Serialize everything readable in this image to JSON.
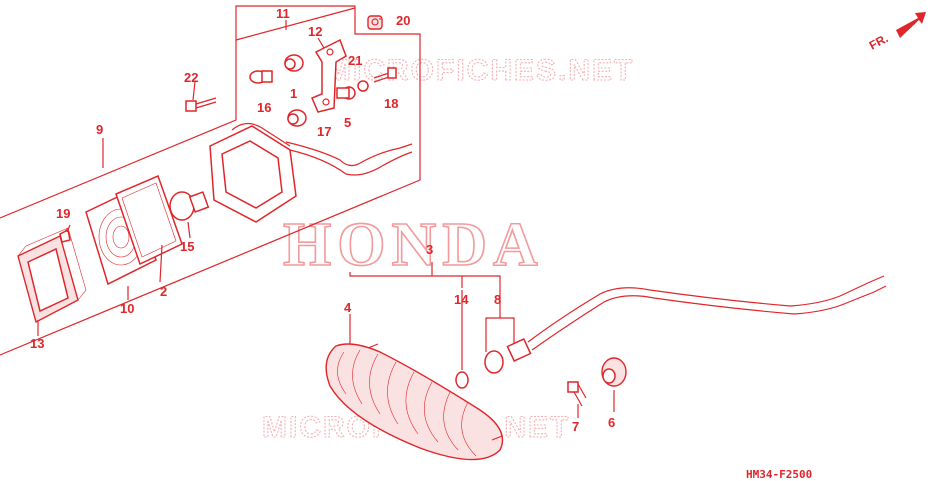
{
  "watermarks": {
    "brand": "HONDA",
    "site_top": "MICROFICHES.NET",
    "site_bottom": "MICROFICHES.NET"
  },
  "direction": {
    "label": "FR."
  },
  "diagram_code": "HM34-F2500",
  "callouts": {
    "c1": "1",
    "c2": "2",
    "c3": "3",
    "c4": "4",
    "c5": "5",
    "c6": "6",
    "c7": "7",
    "c8": "8",
    "c9": "9",
    "c10": "10",
    "c11": "11",
    "c12": "12",
    "c13": "13",
    "c14": "14",
    "c15": "15",
    "c16": "16",
    "c17": "17",
    "c18": "18",
    "c19": "19",
    "c20": "20",
    "c21": "21",
    "c22": "22"
  },
  "colors": {
    "ink": "#e0262b",
    "watermark": "#f29a9c",
    "background": "#ffffff"
  }
}
